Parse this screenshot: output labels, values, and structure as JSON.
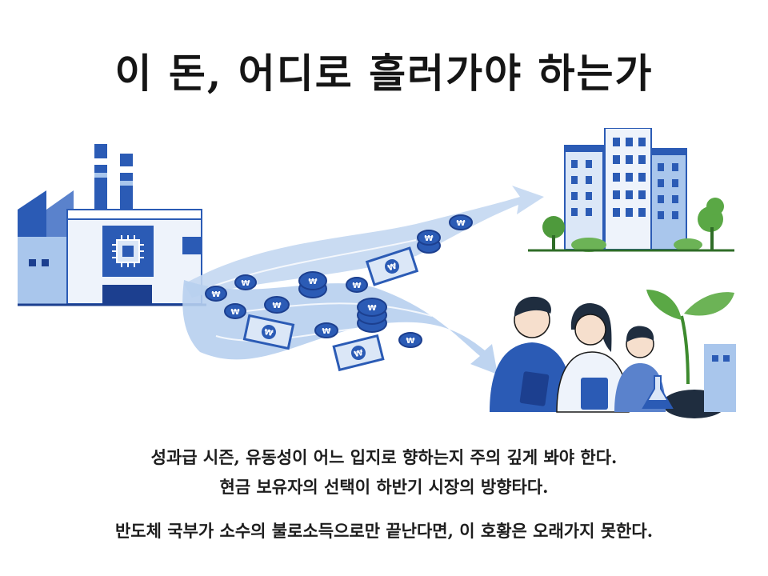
{
  "title": "이 돈, 어디로 흘러가야 하는가",
  "captions": {
    "line1": "성과급 시즌, 유동성이 어느 입지로 향하는지 주의 깊게 봐야 한다.",
    "line2": "현금 보유자의 선택이 하반기 시장의 방향타다.",
    "line3": "반도체 국부가 소수의 불로소득으로만 끝난다면, 이 호황은 오래가지 못한다."
  },
  "illustration": {
    "currency_symbol": "₩",
    "colors": {
      "primary_blue": "#2b5bb5",
      "light_blue": "#a9c6ec",
      "pale_blue": "#dbe7f7",
      "green": "#4e9a3c",
      "dark_navy": "#1c3f8f"
    }
  }
}
